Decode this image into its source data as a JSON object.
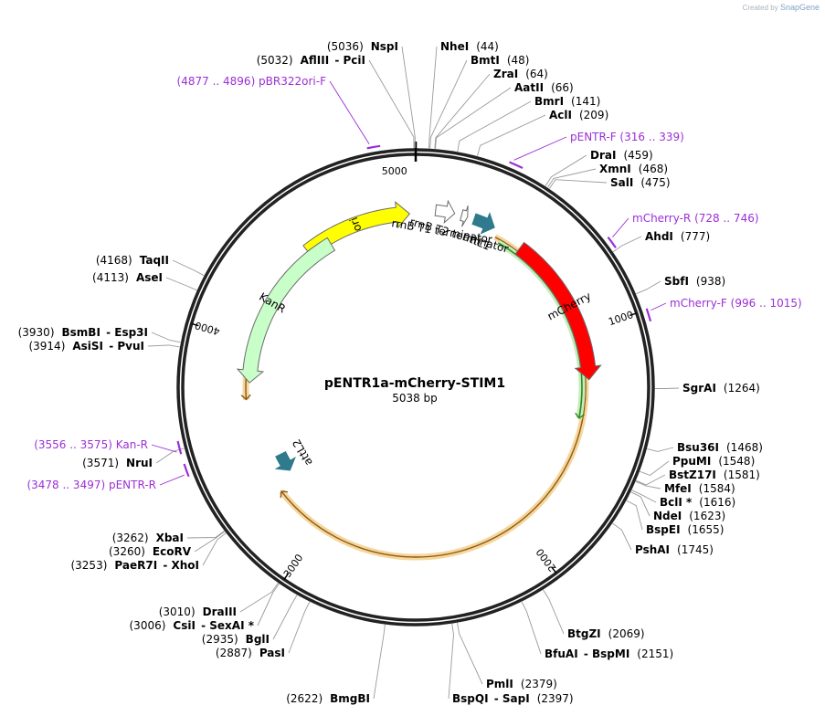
{
  "watermark": {
    "prefix": "Created by",
    "brand": "SnapGene"
  },
  "plasmid": {
    "name": "pENTR1a-mCherry-STIM1",
    "length_label": "5038 bp",
    "length": 5038
  },
  "ticks": [
    {
      "pos": 1000,
      "label": "1000"
    },
    {
      "pos": 2000,
      "label": "2000"
    },
    {
      "pos": 3000,
      "label": "3000"
    },
    {
      "pos": 4000,
      "label": "4000"
    },
    {
      "pos": 5000,
      "label": "5000"
    }
  ],
  "features": [
    {
      "name": "ori",
      "start": 4500,
      "end": 5010,
      "color": "#ffff00",
      "dir": 1,
      "label": "ori"
    },
    {
      "name": "rrnB T1 terminator",
      "start": 90,
      "end": 177,
      "color": "#ffffff",
      "dir": 1,
      "label": "rrnB T1 terminator"
    },
    {
      "name": "rrnB T2 terminator",
      "start": 209,
      "end": 237,
      "color": "#ffffff",
      "dir": 1,
      "label": "rrnB T2 terminator"
    },
    {
      "name": "attL1",
      "start": 268,
      "end": 367,
      "color": "#2f7a8c",
      "dir": 1,
      "label": "attL1"
    },
    {
      "name": "mCherry",
      "start": 515,
      "end": 1225,
      "color": "#ff0000",
      "dir": 1,
      "label": "mCherry"
    },
    {
      "name": "attL2",
      "start": 3310,
      "end": 3409,
      "color": "#2f7a8c",
      "dir": -1,
      "label": "attL2"
    },
    {
      "name": "KanR",
      "start": 3800,
      "end": 4610,
      "color": "#c8ffc8",
      "dir": -1,
      "label": "KanR"
    }
  ],
  "inner_arcs": [
    {
      "name": "orange-cds",
      "start": 390,
      "end": 3250,
      "color": "#f0b050",
      "dir": 1
    },
    {
      "name": "green-cds",
      "start": 416,
      "end": 1410,
      "color": "#3ab02a",
      "dir": 1
    },
    {
      "name": "orange-cds-2",
      "start": 3720,
      "end": 4300,
      "color": "#f0b050",
      "dir": -1
    }
  ],
  "sites": [
    {
      "key": "nspi",
      "parts": [
        {
          "t": "(5036)",
          "b": false
        },
        {
          "t": "NspI",
          "b": true
        }
      ],
      "pos": 5036
    },
    {
      "key": "aflIII",
      "parts": [
        {
          "t": "(5032)",
          "b": false
        },
        {
          "t": "AflIII",
          "b": true
        },
        {
          "t": " - PciI",
          "b": true
        }
      ],
      "pos": 5032
    },
    {
      "key": "nheI",
      "parts": [
        {
          "t": "NheI",
          "b": true
        },
        {
          "t": "(44)",
          "b": false
        }
      ],
      "pos": 44
    },
    {
      "key": "bmtI",
      "parts": [
        {
          "t": "BmtI",
          "b": true
        },
        {
          "t": "(48)",
          "b": false
        }
      ],
      "pos": 48
    },
    {
      "key": "zraI",
      "parts": [
        {
          "t": "ZraI",
          "b": true
        },
        {
          "t": "(64)",
          "b": false
        }
      ],
      "pos": 64
    },
    {
      "key": "aatII",
      "parts": [
        {
          "t": "AatII",
          "b": true
        },
        {
          "t": "(66)",
          "b": false
        }
      ],
      "pos": 66
    },
    {
      "key": "bmrI",
      "parts": [
        {
          "t": "BmrI",
          "b": true
        },
        {
          "t": "(141)",
          "b": false
        }
      ],
      "pos": 141
    },
    {
      "key": "aclI",
      "parts": [
        {
          "t": "AclI",
          "b": true
        },
        {
          "t": "(209)",
          "b": false
        }
      ],
      "pos": 209
    },
    {
      "key": "draI",
      "parts": [
        {
          "t": "DraI",
          "b": true
        },
        {
          "t": "(459)",
          "b": false
        }
      ],
      "pos": 459
    },
    {
      "key": "xmnI",
      "parts": [
        {
          "t": "XmnI",
          "b": true
        },
        {
          "t": "(468)",
          "b": false
        }
      ],
      "pos": 468
    },
    {
      "key": "salI",
      "parts": [
        {
          "t": "SalI",
          "b": true
        },
        {
          "t": "(475)",
          "b": false
        }
      ],
      "pos": 475
    },
    {
      "key": "ahdI",
      "parts": [
        {
          "t": "AhdI",
          "b": true
        },
        {
          "t": "(777)",
          "b": false
        }
      ],
      "pos": 777
    },
    {
      "key": "sbfI",
      "parts": [
        {
          "t": "SbfI",
          "b": true
        },
        {
          "t": "(938)",
          "b": false
        }
      ],
      "pos": 938
    },
    {
      "key": "sgrAI",
      "parts": [
        {
          "t": "SgrAI",
          "b": true
        },
        {
          "t": "(1264)",
          "b": false
        }
      ],
      "pos": 1264
    },
    {
      "key": "bsu36I",
      "parts": [
        {
          "t": "Bsu36I",
          "b": true
        },
        {
          "t": "(1468)",
          "b": false
        }
      ],
      "pos": 1468
    },
    {
      "key": "ppuMI",
      "parts": [
        {
          "t": "PpuMI",
          "b": true
        },
        {
          "t": "(1548)",
          "b": false
        }
      ],
      "pos": 1548
    },
    {
      "key": "bstZ17I",
      "parts": [
        {
          "t": "BstZ17I",
          "b": true
        },
        {
          "t": "(1581)",
          "b": false
        }
      ],
      "pos": 1581
    },
    {
      "key": "mfeI",
      "parts": [
        {
          "t": "MfeI",
          "b": true
        },
        {
          "t": "(1584)",
          "b": false
        }
      ],
      "pos": 1584
    },
    {
      "key": "bclI",
      "parts": [
        {
          "t": "BclI *",
          "b": true
        },
        {
          "t": "(1616)",
          "b": false
        }
      ],
      "pos": 1616
    },
    {
      "key": "ndeI",
      "parts": [
        {
          "t": "NdeI",
          "b": true
        },
        {
          "t": "(1623)",
          "b": false
        }
      ],
      "pos": 1623
    },
    {
      "key": "bspEI",
      "parts": [
        {
          "t": "BspEI",
          "b": true
        },
        {
          "t": "(1655)",
          "b": false
        }
      ],
      "pos": 1655
    },
    {
      "key": "pshAI",
      "parts": [
        {
          "t": "PshAI",
          "b": true
        },
        {
          "t": "(1745)",
          "b": false
        }
      ],
      "pos": 1745
    },
    {
      "key": "btgZI",
      "parts": [
        {
          "t": "BtgZI",
          "b": true
        },
        {
          "t": "(2069)",
          "b": false
        }
      ],
      "pos": 2069
    },
    {
      "key": "bfuAI",
      "parts": [
        {
          "t": "BfuAI",
          "b": true
        },
        {
          "t": " - BspMI",
          "b": true
        },
        {
          "t": "(2151)",
          "b": false
        }
      ],
      "pos": 2151
    },
    {
      "key": "pmlI",
      "parts": [
        {
          "t": "PmlI",
          "b": true
        },
        {
          "t": "(2379)",
          "b": false
        }
      ],
      "pos": 2379
    },
    {
      "key": "bspQI",
      "parts": [
        {
          "t": "BspQI",
          "b": true
        },
        {
          "t": " - SapI",
          "b": true
        },
        {
          "t": "(2397)",
          "b": false
        }
      ],
      "pos": 2397
    },
    {
      "key": "bmgBI",
      "parts": [
        {
          "t": "(2622)",
          "b": false
        },
        {
          "t": "BmgBI",
          "b": true
        }
      ],
      "pos": 2622
    },
    {
      "key": "pasI",
      "parts": [
        {
          "t": "(2887)",
          "b": false
        },
        {
          "t": "PasI",
          "b": true
        }
      ],
      "pos": 2887
    },
    {
      "key": "bglI",
      "parts": [
        {
          "t": "(2935)",
          "b": false
        },
        {
          "t": "BglI",
          "b": true
        }
      ],
      "pos": 2935
    },
    {
      "key": "csiI",
      "parts": [
        {
          "t": "(3006)",
          "b": false
        },
        {
          "t": "CsiI",
          "b": true
        },
        {
          "t": " - SexAI *",
          "b": true
        }
      ],
      "pos": 3006
    },
    {
      "key": "draIII",
      "parts": [
        {
          "t": "(3010)",
          "b": false
        },
        {
          "t": "DraIII",
          "b": true
        }
      ],
      "pos": 3010
    },
    {
      "key": "paeR7I",
      "parts": [
        {
          "t": "(3253)",
          "b": false
        },
        {
          "t": "PaeR7I",
          "b": true
        },
        {
          "t": " - XhoI",
          "b": true
        }
      ],
      "pos": 3253
    },
    {
      "key": "ecoRV",
      "parts": [
        {
          "t": "(3260)",
          "b": false
        },
        {
          "t": "EcoRV",
          "b": true
        }
      ],
      "pos": 3260
    },
    {
      "key": "xbaI",
      "parts": [
        {
          "t": "(3262)",
          "b": false
        },
        {
          "t": "XbaI",
          "b": true
        }
      ],
      "pos": 3262
    },
    {
      "key": "nruI",
      "parts": [
        {
          "t": "(3571)",
          "b": false
        },
        {
          "t": "NruI",
          "b": true
        }
      ],
      "pos": 3571
    },
    {
      "key": "asiSI",
      "parts": [
        {
          "t": "(3914)",
          "b": false
        },
        {
          "t": "AsiSI",
          "b": true
        },
        {
          "t": " - PvuI",
          "b": true
        }
      ],
      "pos": 3914
    },
    {
      "key": "bsmBI",
      "parts": [
        {
          "t": "(3930)",
          "b": false
        },
        {
          "t": "BsmBI",
          "b": true
        },
        {
          "t": " - Esp3I",
          "b": true
        }
      ],
      "pos": 3930
    },
    {
      "key": "aseI",
      "parts": [
        {
          "t": "(4113)",
          "b": false
        },
        {
          "t": "AseI",
          "b": true
        }
      ],
      "pos": 4113
    },
    {
      "key": "taqII",
      "parts": [
        {
          "t": "(4168)",
          "b": false
        },
        {
          "t": "TaqII",
          "b": true
        }
      ],
      "pos": 4168
    }
  ],
  "primers": [
    {
      "key": "pBR322ori-F",
      "text": "(4877 .. 4896)  pBR322ori-F",
      "start": 4877,
      "end": 4896
    },
    {
      "key": "pENTR-F",
      "text": "pENTR-F   (316 .. 339)",
      "start": 316,
      "end": 339
    },
    {
      "key": "mCherry-R",
      "text": "mCherry-R   (728 .. 746)",
      "start": 728,
      "end": 746
    },
    {
      "key": "mCherry-F",
      "text": "mCherry-F   (996 .. 1015)",
      "start": 996,
      "end": 1015
    },
    {
      "key": "Kan-R",
      "text": "(3556 .. 3575)  Kan-R",
      "start": 3556,
      "end": 3575
    },
    {
      "key": "pENTR-R",
      "text": "(3478 .. 3497)  pENTR-R",
      "start": 3478,
      "end": 3497
    }
  ]
}
